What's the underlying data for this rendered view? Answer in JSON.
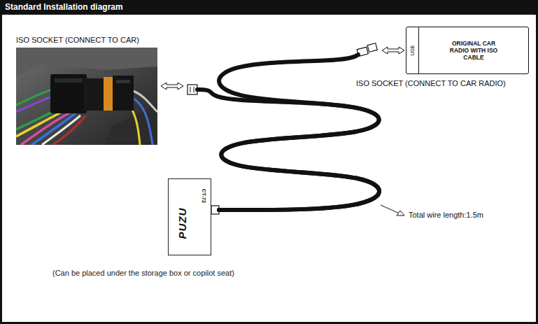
{
  "diagram": {
    "title": "Standard Installation diagram",
    "caption": "(Can be placed under the storage box or copilot seat)",
    "nodes": [
      {
        "text": [
          "ISO SOCKET (CONNECT TO CAR)"
        ]
      },
      {
        "text": [
          "ORIGINAL CAR RADIO WITH ISO CABLE",
          "USB"
        ]
      },
      {
        "text": [
          "PUZU",
          "CT-72"
        ]
      }
    ],
    "edges": [
      {
        "from": 2,
        "to": 1,
        "arrow": "none"
      },
      {
        "from": 2,
        "to": 0,
        "arrow": "none"
      }
    ],
    "labels": [
      "ISO SOCKET (CONNECT TO CAR RADIO)",
      "Total wire length:1.5m"
    ]
  }
}
